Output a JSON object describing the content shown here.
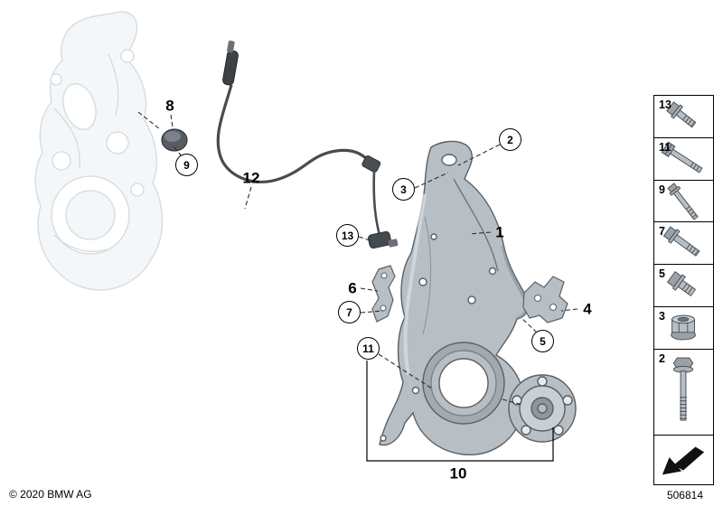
{
  "meta": {
    "copyright": "© 2020 BMW AG",
    "diagram_number": "506814"
  },
  "colors": {
    "part_fill": "#b7bfc5",
    "part_outline": "#596066",
    "ghost_outline": "#d3dade",
    "cable": "#474c51",
    "callout_border": "#000000"
  },
  "callouts": [
    {
      "label": "8",
      "circled": false
    },
    {
      "label": "9",
      "circled": true
    },
    {
      "label": "12",
      "circled": false
    },
    {
      "label": "2",
      "circled": true
    },
    {
      "label": "3",
      "circled": true
    },
    {
      "label": "13",
      "circled": true
    },
    {
      "label": "1",
      "circled": false
    },
    {
      "label": "6",
      "circled": false
    },
    {
      "label": "7",
      "circled": true
    },
    {
      "label": "4",
      "circled": false
    },
    {
      "label": "5",
      "circled": true
    },
    {
      "label": "11",
      "circled": true
    },
    {
      "label": "10",
      "circled": false
    }
  ],
  "legend": {
    "items": [
      {
        "label": "13",
        "icon": "hex-flange-bolt-icon"
      },
      {
        "label": "11",
        "icon": "socket-head-bolt-icon"
      },
      {
        "label": "9",
        "icon": "stud-bolt-icon"
      },
      {
        "label": "7",
        "icon": "hex-flange-bolt-icon"
      },
      {
        "label": "5",
        "icon": "hex-screw-icon"
      },
      {
        "label": "3",
        "icon": "flange-nut-icon"
      },
      {
        "label": "2",
        "icon": "long-hex-bolt-icon"
      },
      {
        "label": "",
        "icon": "direction-arrow-icon"
      }
    ]
  }
}
